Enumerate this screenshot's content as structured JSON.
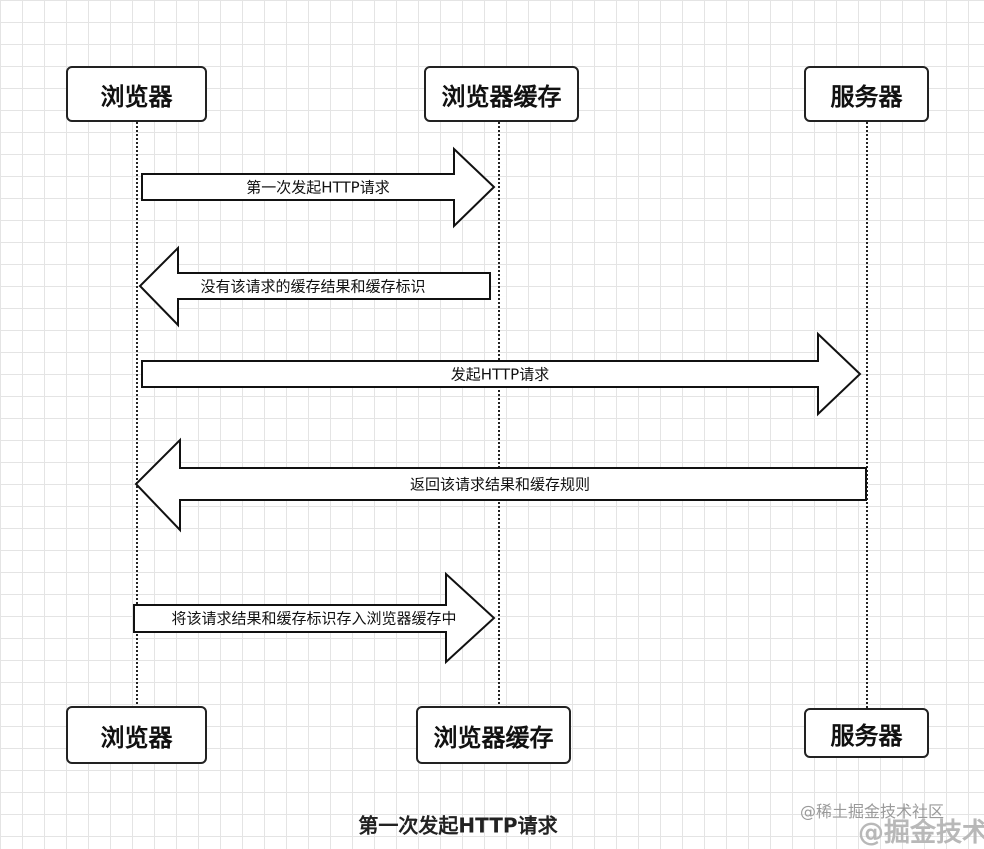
{
  "participants": {
    "browser": "浏览器",
    "cache": "浏览器缓存",
    "server": "服务器"
  },
  "messages": [
    "第一次发起HTTP请求",
    "没有该请求的缓存结果和缓存标识",
    "发起HTTP请求",
    "返回该请求结果和缓存规则",
    "将该请求结果和缓存标识存入浏览器缓存中"
  ],
  "caption": "第一次发起HTTP请求",
  "watermark": {
    "line1": "@稀土掘金技术社区",
    "line2": "@掘金技术"
  }
}
